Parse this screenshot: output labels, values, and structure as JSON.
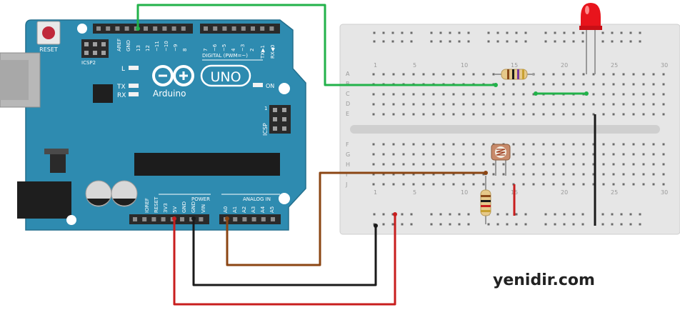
{
  "board": {
    "reset": "RESET",
    "icsp2": "ICSP2",
    "aref": "AREF",
    "gnd": "GND",
    "pin13": "13",
    "pin12": "12",
    "pin11": "~11",
    "pin10": "~10",
    "pin9": "~9",
    "pin8": "8",
    "pin7": "7",
    "pin6": "~6",
    "pin5": "~5",
    "pin4": "4",
    "pin3": "~3",
    "pin2": "2",
    "tx1": "TX▶1",
    "rx0": "RX◀0",
    "digital": "DIGITAL (PWM=~)",
    "led_l": "L",
    "tx": "TX",
    "rx": "RX",
    "logo_text": "Arduino",
    "uno": "UNO",
    "on": "ON",
    "icsp": "ICSP",
    "icsp_num": "1",
    "power": "POWER",
    "analog_in": "ANALOG IN",
    "ioref": "IOREF",
    "reset_pin": "RESET",
    "v33": "3V3",
    "v5": "5V",
    "gnd1": "GND",
    "gnd2": "GND",
    "vin": "VIN",
    "a0": "A0",
    "a1": "A1",
    "a2": "A2",
    "a3": "A3",
    "a4": "A4",
    "a5": "A5"
  },
  "breadboard": {
    "rows_top": [
      "A",
      "B",
      "C",
      "D",
      "E"
    ],
    "rows_bottom": [
      "F",
      "G",
      "H",
      "I",
      "J"
    ],
    "col_numbers": [
      "1",
      "5",
      "10",
      "15",
      "20",
      "25",
      "30"
    ]
  },
  "colors": {
    "board": "#2e8bb0",
    "breadboard": "#e6e6e6",
    "wire_green": "#22b24a",
    "wire_red": "#c81e1e",
    "wire_black": "#1a1a1a",
    "wire_brown": "#8b4513",
    "led": "#e8141c"
  },
  "watermark": "yenidir.com"
}
